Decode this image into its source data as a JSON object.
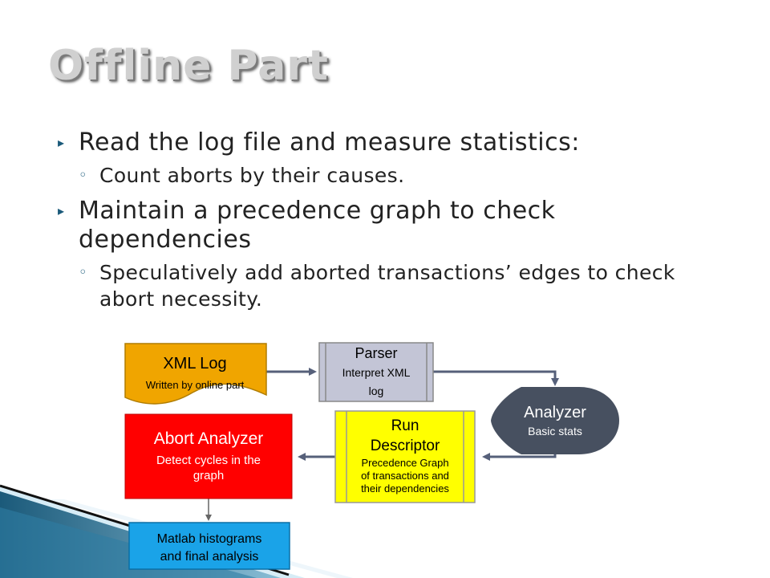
{
  "title": "Offline Part",
  "bullets": [
    {
      "text": "Read the log file and measure statistics:",
      "sub": [
        "Count aborts by their causes."
      ]
    },
    {
      "text": "Maintain a precedence graph to check dependencies",
      "sub": [
        "Speculatively add aborted transactions’ edges to check abort necessity."
      ]
    }
  ],
  "diagram": {
    "xml_log": {
      "title": "XML Log",
      "subtitle": "Written by online part",
      "color": "#f0a500"
    },
    "parser": {
      "title": "Parser",
      "line1": "Interpret XML",
      "line2": "log",
      "color": "#c3c5d6"
    },
    "analyzer": {
      "title": "Analyzer",
      "subtitle": "Basic stats",
      "color": "#475060"
    },
    "run_descriptor": {
      "title1": "Run",
      "title2": "Descriptor",
      "line1": "Precedence Graph",
      "line2": "of transactions and",
      "line3": "their dependencies",
      "color": "#ffff00"
    },
    "abort_analyzer": {
      "title": "Abort Analyzer",
      "line1": "Detect cycles in the",
      "line2": "graph",
      "color": "#ff0000"
    },
    "matlab": {
      "line1": "Matlab histograms",
      "line2": "and final analysis",
      "color": "#1aa3e8"
    }
  }
}
